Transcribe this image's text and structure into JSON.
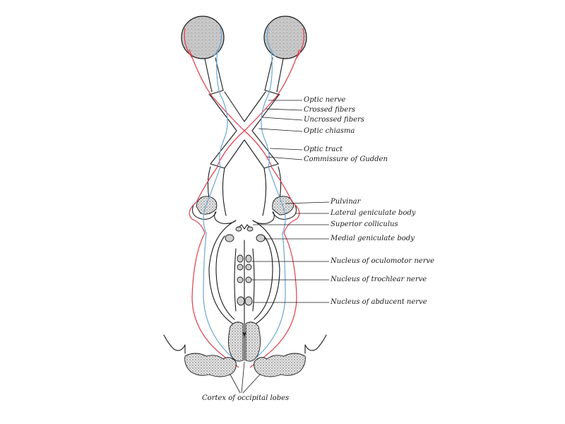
{
  "colors": {
    "crossed_fibers": "#e03c4c",
    "uncrossed_fibers": "#6aa6d6",
    "ink": "#1a1a1a"
  },
  "labels": {
    "optic_nerve": "Optic nerve",
    "crossed_fibers": "Crossed fibers",
    "uncrossed_fibers": "Uncrossed fibers",
    "optic_chiasma": "Optic chiasma",
    "optic_tract": "Optic tract",
    "commissure_of_gudden": "Commissure of Gudden",
    "pulvinar": "Pulvinar",
    "lateral_geniculate_body": "Lateral geniculate body",
    "superior_colliculus": "Superior colliculus",
    "medial_geniculate_body": "Medial geniculate body",
    "nucleus_of_oculomotor_nerve": "Nucleus of oculomotor nerve",
    "nucleus_of_trochlear_nerve": "Nucleus of trochlear nerve",
    "nucleus_of_abducent_nerve": "Nucleus of abducent nerve",
    "cortex_of_occipital_lobes": "Cortex of occipital lobes"
  }
}
